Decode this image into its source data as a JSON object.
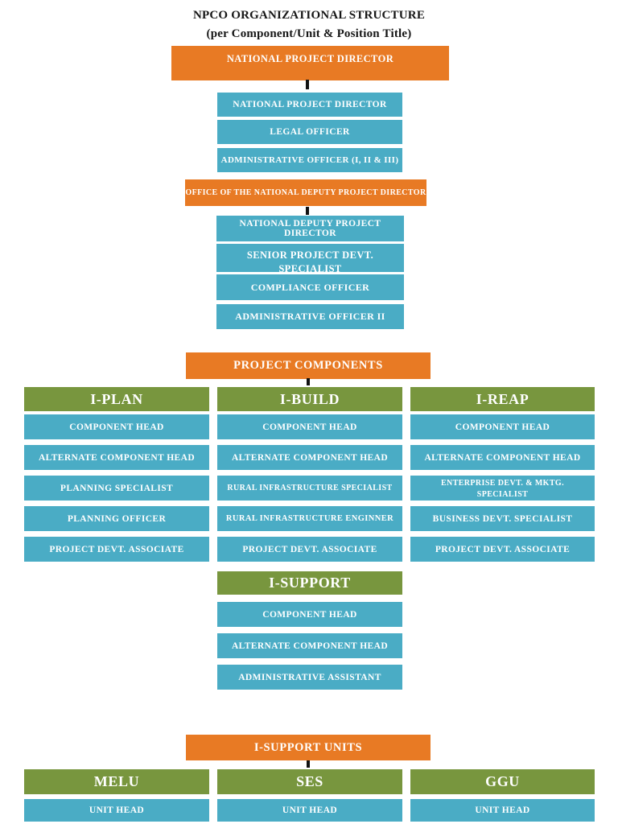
{
  "title": {
    "line1": "NPCO ORGANIZATIONAL STRUCTURE",
    "line2": "(per Component/Unit & Position Title)"
  },
  "colors": {
    "orange": "#E87A24",
    "teal": "#4AACC5",
    "green": "#78963E",
    "box_text": "#FFFFFF",
    "title_text": "#161616",
    "connector": "#111111",
    "background": "#FFFFFF"
  },
  "npd_office": {
    "header": "NATIONAL PROJECT DIRECTOR",
    "positions": [
      "NATIONAL PROJECT DIRECTOR",
      "LEGAL OFFICER",
      "ADMINISTRATIVE OFFICER (I, II & III)"
    ]
  },
  "ndpd_office": {
    "header": "OFFICE OF THE NATIONAL DEPUTY PROJECT DIRECTOR",
    "positions": [
      "NATIONAL DEPUTY PROJECT DIRECTOR",
      "SENIOR PROJECT DEVT. SPECIALIST",
      "COMPLIANCE OFFICER",
      "ADMINISTRATIVE OFFICER II"
    ]
  },
  "project_components": {
    "header": "PROJECT COMPONENTS",
    "columns": [
      {
        "name": "I-PLAN",
        "positions": [
          "COMPONENT HEAD",
          "ALTERNATE COMPONENT HEAD",
          "PLANNING SPECIALIST",
          "PLANNING OFFICER",
          "PROJECT DEVT. ASSOCIATE"
        ]
      },
      {
        "name": "I-BUILD",
        "positions": [
          "COMPONENT HEAD",
          "ALTERNATE COMPONENT HEAD",
          "RURAL INFRASTRUCTURE SPECIALIST",
          "RURAL INFRASTRUCTURE ENGINNER",
          "PROJECT DEVT. ASSOCIATE"
        ]
      },
      {
        "name": "I-REAP",
        "positions": [
          "COMPONENT HEAD",
          "ALTERNATE COMPONENT HEAD",
          "ENTERPRISE DEVT. & MKTG. SPECIALIST",
          "BUSINESS DEVT. SPECIALIST",
          "PROJECT DEVT. ASSOCIATE"
        ]
      }
    ],
    "support_component": {
      "name": "I-SUPPORT",
      "positions": [
        "COMPONENT HEAD",
        "ALTERNATE COMPONENT HEAD",
        "ADMINISTRATIVE ASSISTANT"
      ]
    }
  },
  "support_units": {
    "header": "I-SUPPORT UNITS",
    "units": [
      {
        "name": "MELU",
        "positions": [
          "UNIT HEAD"
        ]
      },
      {
        "name": "SES",
        "positions": [
          "UNIT HEAD"
        ]
      },
      {
        "name": "GGU",
        "positions": [
          "UNIT HEAD"
        ]
      }
    ]
  }
}
